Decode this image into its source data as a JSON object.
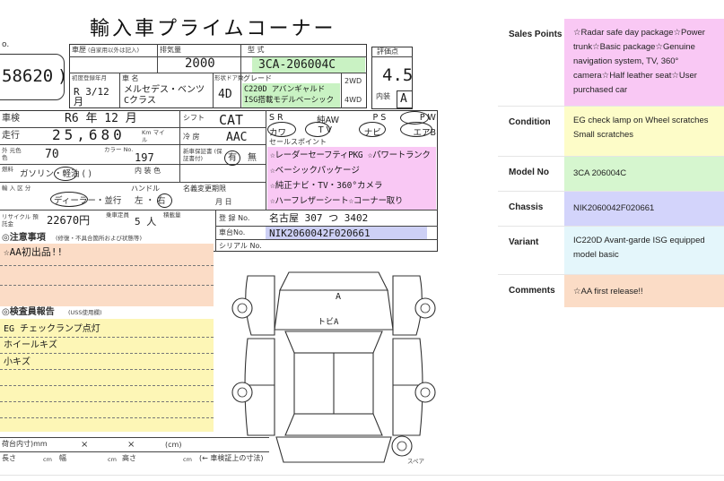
{
  "sheet": {
    "title": "輸入車プライムコーナー",
    "lot_prefix": "o.",
    "lot_number": "58620",
    "header": {
      "history_label": "車歴",
      "history_note": "(自家用以外は記入)",
      "displacement_label": "排気量",
      "displacement_value": "2000",
      "type_label": "型 式",
      "type_value": "3CA-206004C",
      "score_label": "評価点",
      "score_value": "4.5",
      "first_reg_label": "初度登録年月",
      "first_reg_value": "R 3/12月",
      "car_name_label": "車 名",
      "car_name_value": "メルセデス・ベンツ Cクラス",
      "doors_label": "形状ドア数",
      "doors_value": "4D",
      "grade_label": "グレード",
      "grade_value": "C220D アバンギャルド ISG搭載モデルベーシック",
      "drive_2wd": "2WD",
      "drive_4wd": "4WD",
      "interior_label": "内装",
      "interior_value": "A"
    },
    "inspection_label": "車検",
    "inspection_value": "R6 年 12 月",
    "shift_label": "シフト",
    "shift_value": "CAT",
    "equip_row1": [
      "S R",
      "純AW",
      "P S",
      "P W"
    ],
    "equip_row2": [
      "カワ",
      "T V",
      "ナビ",
      "エアB"
    ],
    "mileage_label": "走行",
    "mileage_value": "25,680",
    "mileage_unit": "Km マイル",
    "ac_label": "冷 房",
    "ac_value": "AAC",
    "color_label": "外 元色 色",
    "color_value": "70",
    "color_code_label": "カラー No.",
    "color_code_value": "197",
    "warranty_label": "新車保証書 (保証書付)",
    "warranty_yes": "有",
    "warranty_no": "無",
    "fuel_label": "燃料",
    "fuel_options": "ガソリン・軽油 ( )",
    "interior_color_label": "内 装 色",
    "import_label": "輸 入 区 分",
    "import_value": "ディーラー・並行",
    "handle_label": "ハンドル",
    "handle_value": "左 ・ 右",
    "name_change_label": "名義変更期限",
    "name_change_unit": "月 日",
    "recycle_label": "リサイクル 預託金",
    "recycle_value": "22670円",
    "capacity_label": "乗車定員",
    "capacity_value": "5 人",
    "load_label": "積載量",
    "reg_no_label": "登 録 No.",
    "reg_no_value": "名古屋 307 つ 3402",
    "chassis_label": "車台No.",
    "chassis_value": "NIK2060042F020661",
    "serial_label": "シリアル No.",
    "sales_points_label": "セールスポイント",
    "sales_points_lines": [
      "☆レーダーセーフティPKG ☆パワートランク",
      "☆ベーシックパッケージ",
      "☆純正ナビ・TV・360°カメラ",
      "☆ハーフレザーシート☆コーナー取り"
    ],
    "notes_label": "注意事項",
    "notes_note": "(修復・不具合箇所および状態等)",
    "notes_value": "☆AA初出品!!",
    "inspector_label": "検査員報告",
    "inspector_note": "(USS使用欄)",
    "inspector_lines": [
      "EG チェックランプ点灯",
      "ホイールキズ",
      "小キズ"
    ],
    "diagram_marks": [
      "A",
      "トビA"
    ],
    "spare_label": "スペア",
    "bottom_left": "荷台内寸)mm",
    "bottom_x1": "×",
    "bottom_x2": "×",
    "bottom_unit": "(cm)",
    "bottom_row2": [
      "長さ",
      "cm",
      "幅",
      "cm",
      "高さ",
      "cm"
    ],
    "bottom_note": "(← 車検証上の寸法)"
  },
  "info": {
    "rows": [
      {
        "key": "Sales Points",
        "value": "☆Radar safe day package☆Power trunk☆Basic package☆Genuine navigation system, TV, 360° camera☆Half leather seat☆User purchased car",
        "color": "#f9c8f4"
      },
      {
        "key": "Condition",
        "value": "EG check lamp on Wheel scratches Small scratches",
        "color": "#fdfcc8"
      },
      {
        "key": "Model No",
        "value": "3CA 206004C",
        "color": "#d6f6cf"
      },
      {
        "key": "Chassis",
        "value": "NIK2060042F020661",
        "color": "#d3d4fb"
      },
      {
        "key": "Variant",
        "value": "IC220D Avant-garde ISG equipped model basic",
        "color": "#e4f6fb"
      },
      {
        "key": "Comments",
        "value": "☆AA first release!!",
        "color": "#fbdcc6"
      }
    ]
  }
}
